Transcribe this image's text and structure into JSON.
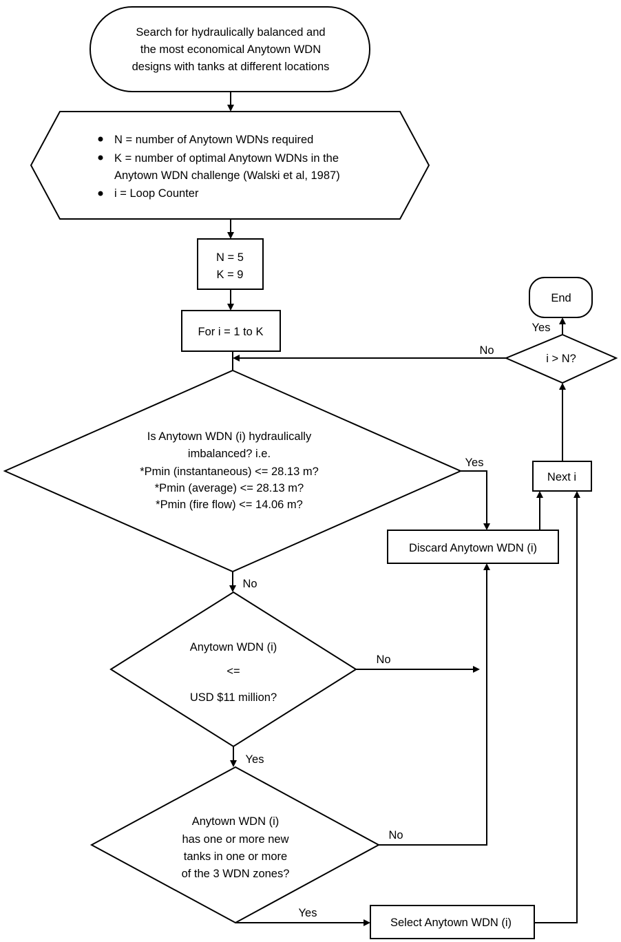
{
  "start": {
    "lines": [
      "Search for hydraulically balanced and",
      "the most economical Anytown WDN",
      "designs with tanks at different locations"
    ]
  },
  "prep": {
    "bullets": [
      [
        "N = number of Anytown WDNs required"
      ],
      [
        "K = number of optimal Anytown WDNs in the",
        "Anytown WDN challenge (Walski et al, 1987)"
      ],
      [
        "i = Loop Counter"
      ]
    ]
  },
  "init": {
    "line1": "N = 5",
    "line2": "K = 9"
  },
  "loop": {
    "label": "For i = 1 to K"
  },
  "check_balance": {
    "lines": [
      "Is Anytown WDN (i) hydraulically",
      "imbalanced? i.e.",
      "*Pmin (instantaneous) <= 28.13 m?",
      "*Pmin (average) <= 28.13 m?",
      "*Pmin (fire flow) <= 14.06 m?"
    ]
  },
  "check_cost": {
    "lines": [
      "Anytown WDN (i)",
      "<=",
      "USD $11 million?"
    ]
  },
  "check_tanks": {
    "lines": [
      "Anytown WDN (i)",
      "has one or more new",
      "tanks in one or more",
      "of the 3 WDN zones?"
    ]
  },
  "discard": {
    "label": "Discard Anytown WDN (i)"
  },
  "select": {
    "label": "Select Anytown WDN (i)"
  },
  "next": {
    "label": "Next i"
  },
  "check_end": {
    "label": "i > N?"
  },
  "end": {
    "label": "End"
  },
  "edge_labels": {
    "yes": "Yes",
    "no": "No"
  }
}
